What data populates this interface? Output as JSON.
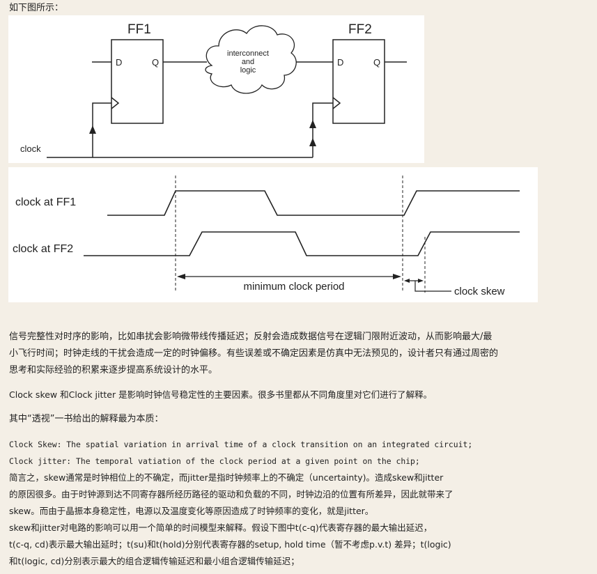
{
  "intro": "如下图所示：",
  "diagram1": {
    "ff1_label": "FF1",
    "ff2_label": "FF2",
    "d_label": "D",
    "q_label": "Q",
    "cloud_line1": "interconnect",
    "cloud_line2": "and",
    "cloud_line3": "logic",
    "clock_label": "clock"
  },
  "diagram2": {
    "ff1_wave_label": "clock at FF1",
    "ff2_wave_label": "clock at FF2",
    "period_label": "minimum clock period",
    "skew_label": "clock skew"
  },
  "paragraphs": {
    "p1_line1": "信号完整性对时序的影响，比如串扰会影响微带线传播延迟；反射会造成数据信号在逻辑门限附近波动，从而影响最大/最",
    "p1_line2": "小飞行时间；时钟走线的干扰会造成一定的时钟偏移。有些误差或不确定因素是仿真中无法预见的，设计者只有通过周密的",
    "p1_line3": "思考和实际经验的积累来逐步提高系统设计的水平。",
    "p2": "Clock skew 和Clock jitter 是影响时钟信号稳定性的主要因素。很多书里都从不同角度里对它们进行了解释。",
    "p3": "其中“透视”一书给出的解释最为本质：",
    "def1": "Clock Skew: The spatial variation in arrival time of a clock transition on an integrated circuit;",
    "def2": "Clock jitter: The temporal vatiation of the clock period at a given point on the chip;",
    "s1": "简言之，skew通常是时钟相位上的不确定，而jitter是指时钟频率上的不确定（uncertainty)。造成skew和jitter",
    "s2": "的原因很多。由于时钟源到达不同寄存器所经历路径的驱动和负载的不同，时钟边沿的位置有所差异，因此就带来了",
    "s3": "skew。而由于晶振本身稳定性，电源以及温度变化等原因造成了时钟频率的变化，就是jitter。",
    "s4": "skew和jitter对电路的影响可以用一个简单的时间模型来解释。假设下图中t(c-q)代表寄存器的最大输出延迟，",
    "s5": "t(c-q, cd)表示最大输出延时；t(su)和t(hold)分别代表寄存器的setup, hold time（暂不考虑p.v.t) 差异；t(logic)",
    "s6": "和t(logic, cd)分别表示最大的组合逻辑传输延迟和最小组合逻辑传输延迟；"
  }
}
